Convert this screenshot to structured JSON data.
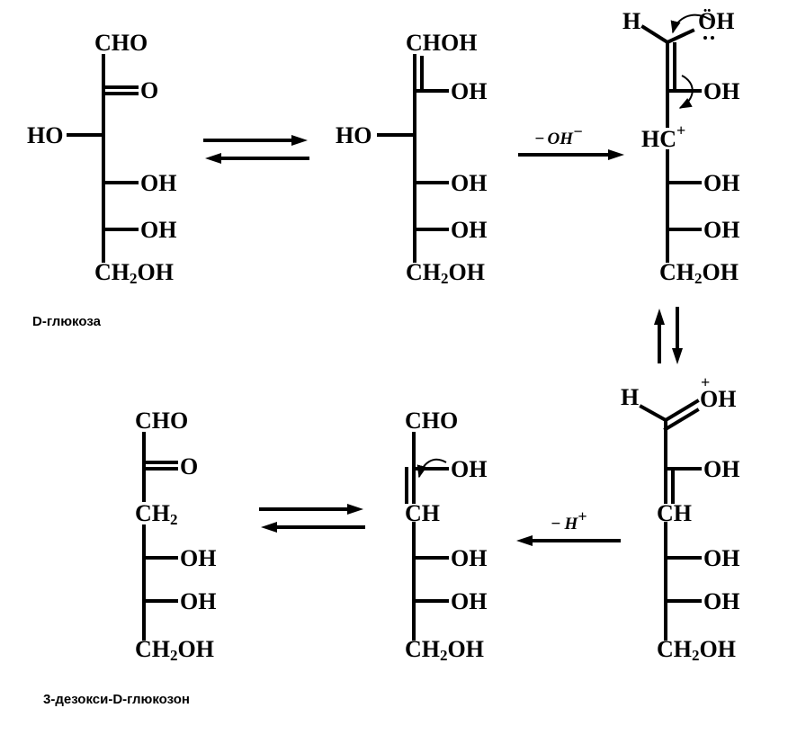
{
  "molecules": {
    "glucosone": {
      "c1": "CHO",
      "c2": "O",
      "c3_ho": "HO",
      "c4": "OH",
      "c5": "OH",
      "c6_ch": "CH",
      "c6_2": "2",
      "c6_oh": "OH",
      "name": "D-глюкоза"
    },
    "enediol": {
      "c1": "CHOH",
      "c2": "OH",
      "c3_ho": "HO",
      "c4": "OH",
      "c5": "OH",
      "c6_ch": "CH",
      "c6_2": "2",
      "c6_oh": "OH"
    },
    "carbocation": {
      "h": "H",
      "oh_o": "Ö",
      "oh_h": "H",
      "c2": "OH",
      "c3": "HC",
      "c3_charge": "+",
      "c4": "OH",
      "c5": "OH",
      "c6_ch": "CH",
      "c6_2": "2",
      "c6_oh": "OH"
    },
    "oxonium": {
      "h": "H",
      "oh_o": "O",
      "oh_h": "H",
      "oh_charge": "+",
      "c2": "OH",
      "c3": "CH",
      "c4": "OH",
      "c5": "OH",
      "c6_ch": "CH",
      "c6_2": "2",
      "c6_oh": "OH"
    },
    "enol": {
      "c1": "CHO",
      "c2": "OH",
      "c3": "CH",
      "c4": "OH",
      "c5": "OH",
      "c6_ch": "CH",
      "c6_2": "2",
      "c6_oh": "OH"
    },
    "deoxyglucosone": {
      "c1": "CHO",
      "c2": "O",
      "c3_ch": "CH",
      "c3_2": "2",
      "c4": "OH",
      "c5": "OH",
      "c6_ch": "CH",
      "c6_2": "2",
      "c6_oh": "OH",
      "name": "3-дезокси-D-глюкозон"
    }
  },
  "arrows": {
    "dehydration": "OH",
    "dehydration_sign": "−",
    "dehydration_charge": "−",
    "deprotonation": "H",
    "deprotonation_sign": "−",
    "deprotonation_charge": "+"
  }
}
